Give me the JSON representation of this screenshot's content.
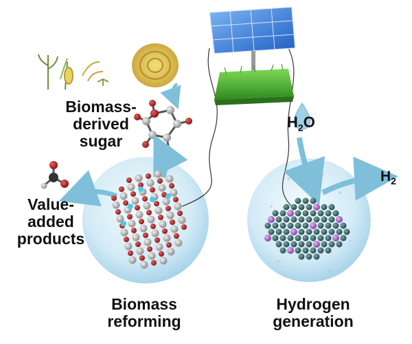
{
  "labels": {
    "biomass_sugar": [
      "Biomass-",
      "derived",
      "sugar"
    ],
    "value_added": [
      "Value-",
      "added",
      "products"
    ],
    "biomass_reforming": [
      "Biomass",
      "reforming"
    ],
    "hydrogen_generation": [
      "Hydrogen",
      "generation"
    ],
    "water": {
      "main": "H",
      "sub": "2",
      "tail": "O"
    },
    "hydrogen": {
      "main": "H",
      "sub": "2"
    }
  },
  "colors": {
    "sphere": "#d6ecf6",
    "arrow": "#7fbfd9",
    "atom_red": "#b3201e",
    "atom_gray": "#b8b8b8",
    "atom_teal": "#3b6b6d",
    "atom_purple": "#b06fc8",
    "panel": "#3f7fd9",
    "grass": "#4fb533"
  },
  "icons": [
    "biomass-plants-icon",
    "hay-bale-icon",
    "solar-panel-icon",
    "glucose-molecule-icon",
    "formic-acid-molecule-icon",
    "water-droplet-icon"
  ]
}
